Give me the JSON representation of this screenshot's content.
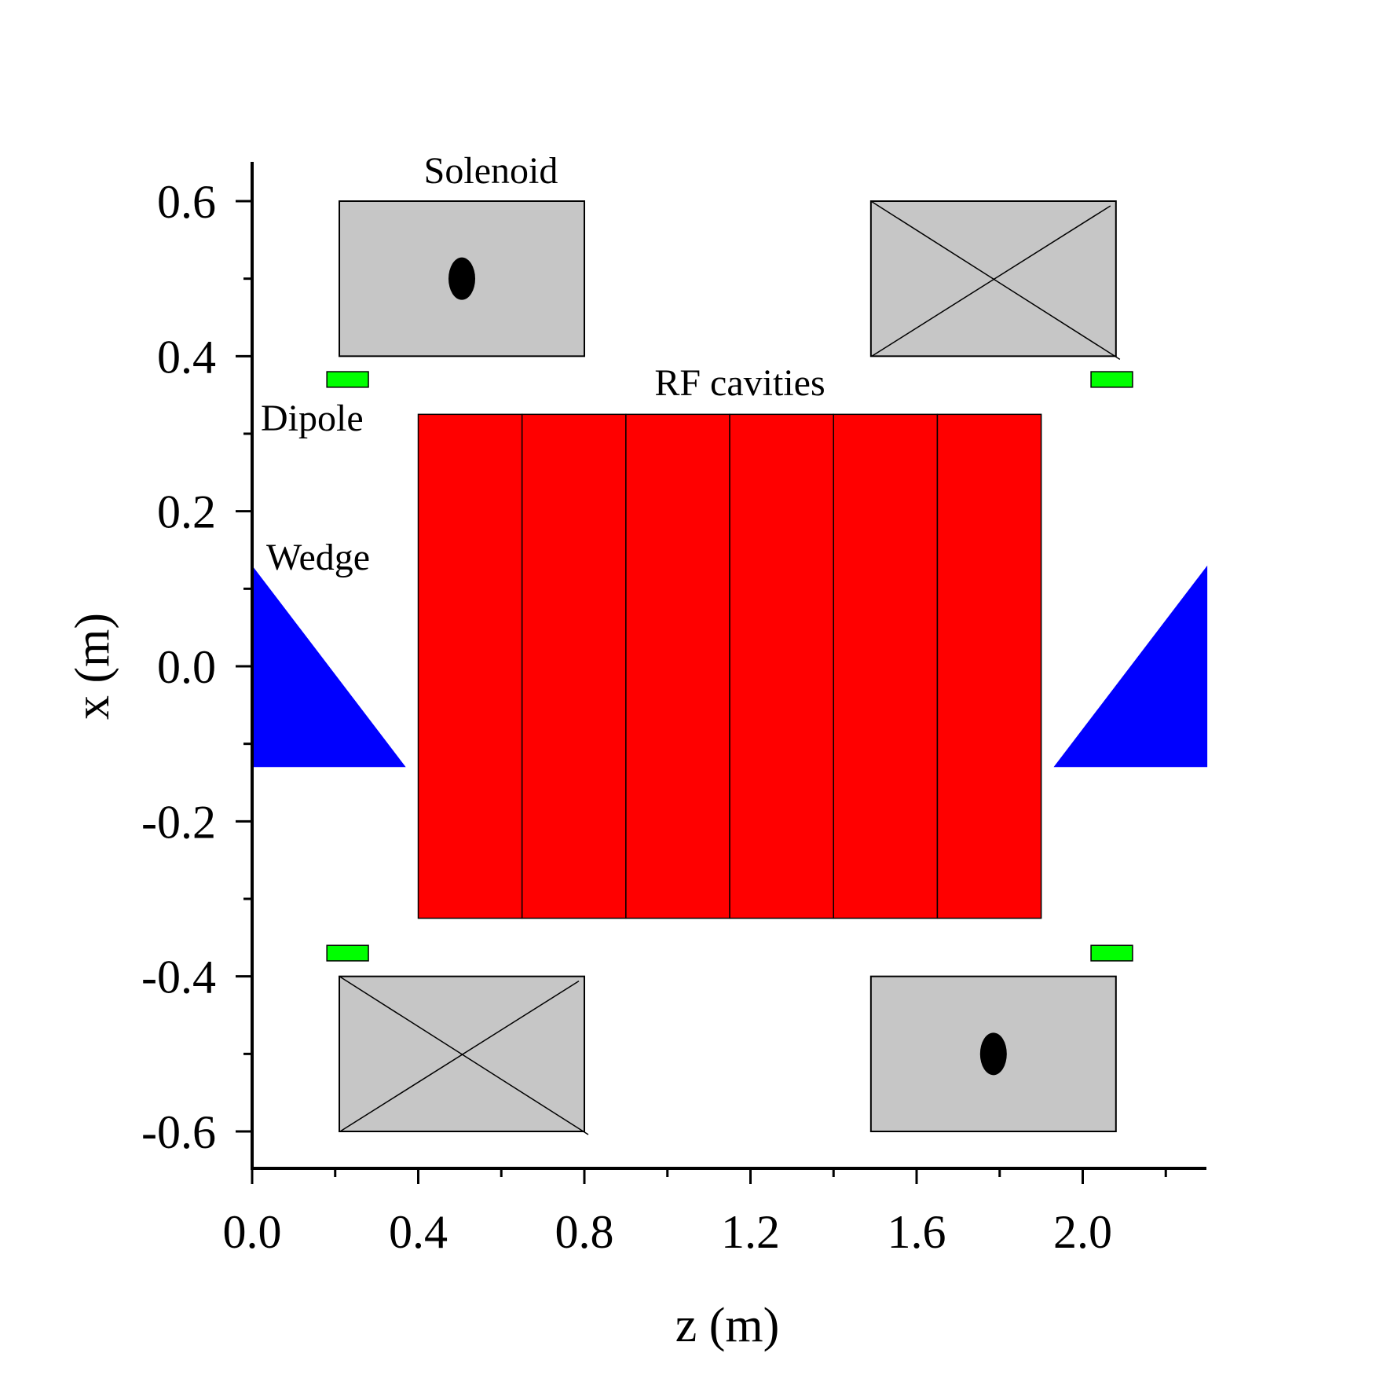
{
  "chart_data": {
    "type": "diagram",
    "xlabel": "z (m)",
    "ylabel": "x (m)",
    "xlim": [
      0.0,
      2.3
    ],
    "ylim": [
      -0.65,
      0.65
    ],
    "x_ticks": [
      "0.0",
      "0.4",
      "0.8",
      "1.2",
      "1.6",
      "2.0"
    ],
    "y_ticks": [
      "0.6",
      "0.4",
      "0.2",
      "0.0",
      "-0.2",
      "-0.4",
      "-0.6"
    ],
    "components": {
      "solenoids": [
        {
          "z": [
            0.21,
            0.8
          ],
          "x": [
            0.4,
            0.6
          ],
          "current_symbol": "dot"
        },
        {
          "z": [
            1.49,
            2.08
          ],
          "x": [
            0.4,
            0.6
          ],
          "current_symbol": "cross"
        },
        {
          "z": [
            0.21,
            0.8
          ],
          "x": [
            -0.6,
            -0.4
          ],
          "current_symbol": "cross"
        },
        {
          "z": [
            1.49,
            2.08
          ],
          "x": [
            -0.6,
            -0.4
          ],
          "current_symbol": "dot"
        }
      ],
      "dipoles": [
        {
          "z": [
            0.18,
            0.28
          ],
          "x": [
            0.36,
            0.38
          ]
        },
        {
          "z": [
            2.02,
            2.12
          ],
          "x": [
            0.36,
            0.38
          ]
        },
        {
          "z": [
            0.18,
            0.28
          ],
          "x": [
            -0.38,
            -0.36
          ]
        },
        {
          "z": [
            2.02,
            2.12
          ],
          "x": [
            -0.38,
            -0.36
          ]
        }
      ],
      "wedges": [
        {
          "points": [
            [
              0.0,
              0.13
            ],
            [
              0.0,
              -0.13
            ],
            [
              0.37,
              -0.13
            ]
          ]
        },
        {
          "points": [
            [
              2.3,
              0.13
            ],
            [
              2.3,
              -0.13
            ],
            [
              1.93,
              -0.13
            ]
          ]
        }
      ],
      "rf_cavities": {
        "z_edges": [
          0.4,
          0.65,
          0.9,
          1.15,
          1.4,
          1.65,
          1.9
        ],
        "x": [
          -0.325,
          0.325
        ]
      }
    },
    "annotations": {
      "solenoid": "Solenoid",
      "rf": "RF cavities",
      "dipole": "Dipole",
      "wedge": "Wedge"
    },
    "colors": {
      "solenoid": "#c6c6c6",
      "dipole": "#00ff00",
      "wedge": "#0000ff",
      "rf": "#ff0000",
      "axis": "#000000"
    }
  }
}
